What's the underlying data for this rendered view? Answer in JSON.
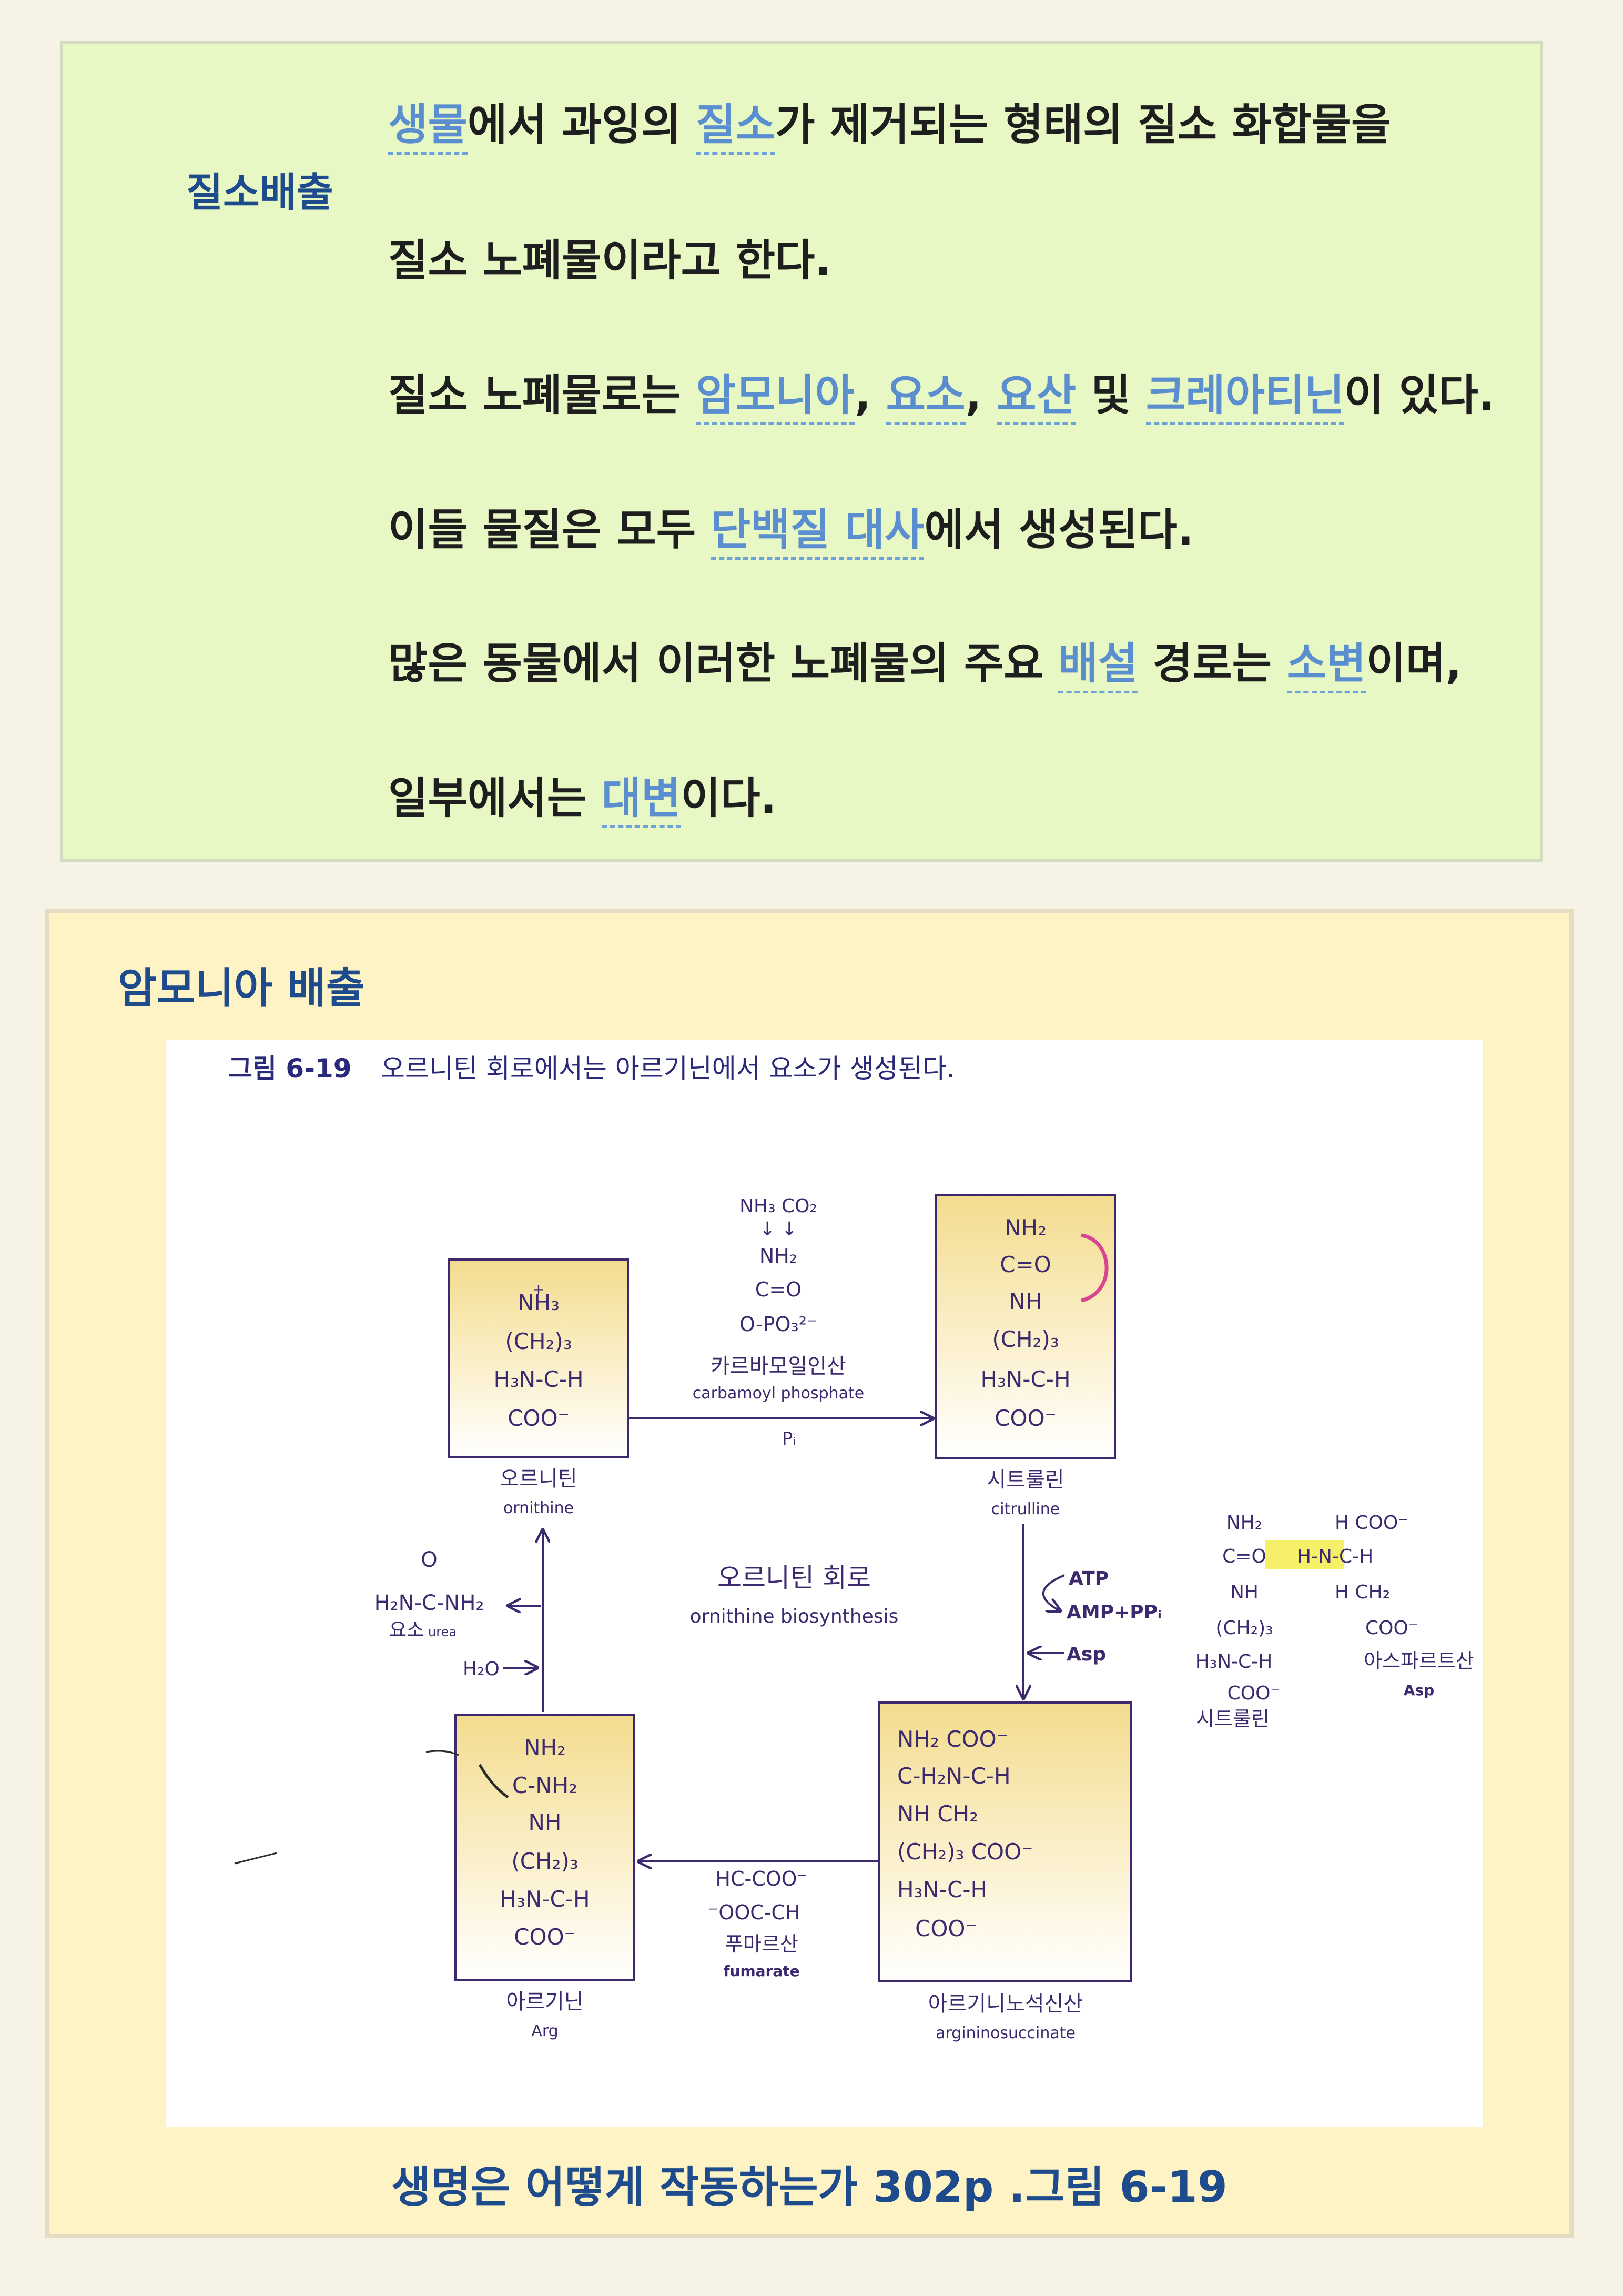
{
  "nitrogen_card": {
    "title": "질소배출",
    "line1": {
      "k1": "생물",
      "t1": "에서 과잉의 ",
      "k2": "질소",
      "t2": "가 제거되는 형태의 질소 화합물을"
    },
    "line2": {
      "t1": "질소 노폐물이라고 한다."
    },
    "line3": {
      "t1": "질소 노폐물로는 ",
      "k1": "암모니아",
      "t2": ", ",
      "k2": "요소",
      "t3": ", ",
      "k3": "요산",
      "t4": " 및 ",
      "k4": "크레아티닌",
      "t5": "이 있다."
    },
    "line4": {
      "t1": "이들 물질은 모두 ",
      "k1": "단백질 대사",
      "t2": "에서 생성된다."
    },
    "line5": {
      "t1": "많은 동물에서 이러한 노폐물의 주요 ",
      "k1": "배설",
      "t2": " 경로는 ",
      "k2": "소변",
      "t3": "이며,"
    },
    "line6": {
      "t1": "일부에서는 ",
      "k1": "대변",
      "t2": "이다."
    }
  },
  "ammonia_card": {
    "title": "암모니아 배출",
    "caption": "생명은 어떻게 작동하는가  302p .그림 6-19"
  },
  "figure": {
    "heading_num": "그림 6-19",
    "heading_text": "오르니틴 회로에서는 아르기닌에서 요소가 생성된다.",
    "center_ko": "오르니틴 회로",
    "center_en": "ornithine biosynthesis",
    "ornithine": {
      "ko": "오르니틴",
      "en": "ornithine",
      "l1": "+",
      "l2": "NH₃",
      "l3": "(CH₂)₃",
      "l4": "H₃N-C-H",
      "l5": "COO⁻"
    },
    "citrulline": {
      "ko": "시트룰린",
      "en": "citrulline",
      "l1": "NH₂",
      "l2": "C=O",
      "l3": "NH",
      "l4": "(CH₂)₃",
      "l5": "H₃N-C-H",
      "l6": "COO⁻"
    },
    "arginine": {
      "ko": "아르기닌",
      "en": "Arg",
      "l1": "NH₂",
      "l2": "C-NH₂",
      "l3": "NH",
      "l4": "(CH₂)₃",
      "l5": "H₃N-C-H",
      "l6": "COO⁻"
    },
    "argininosuccinate": {
      "ko": "아르기니노석신산",
      "en": "argininosuccinate",
      "l1": "NH₂      COO⁻",
      "l2": "C-H₂N-C-H",
      "l3": "NH       CH₂",
      "l4": "(CH₂)₃   COO⁻",
      "l5": "H₃N-C-H",
      "l6": "COO⁻"
    },
    "carbamoyl": {
      "l1": "NH₃ CO₂",
      "l2": "↓  ↓",
      "l3": "NH₂",
      "l4": "C=O",
      "l5": "O-PO₃²⁻",
      "ko": "카르바모일인산",
      "en": "carbamoyl phosphate",
      "pi": "Pᵢ"
    },
    "urea": {
      "l1": "O",
      "l2": "H₂N-C-NH₂",
      "ko": "요소",
      "en": "urea",
      "water": "H₂O"
    },
    "fumarate": {
      "l1": "HC-COO⁻",
      "l2": "⁻OOC-CH",
      "ko": "푸마르산",
      "en": "fumarate"
    },
    "right_arrow": {
      "atp": "ATP",
      "amp": "AMP+PPᵢ",
      "asp": "Asp"
    },
    "side": {
      "cit_l1": "NH₂",
      "cit_l2": "C=O",
      "cit_l3": "NH",
      "cit_l4": "(CH₂)₃",
      "cit_l5": "H₃N-C-H",
      "cit_l6": "COO⁻",
      "cit_ko": "시트룰린",
      "asp_l1": "H  COO⁻",
      "asp_l2": "H-N-C-H",
      "asp_l3": "H  CH₂",
      "asp_l4": "COO⁻",
      "asp_ko": "아스파르트산",
      "asp_en": "Asp"
    }
  },
  "colors": {
    "green_card": "#e8f8c4",
    "yellow_card": "#fdf3c4",
    "title_blue": "#1e4b8c",
    "keyword_blue": "#5b8ecf",
    "figure_purple": "#3d2a6e",
    "box_gold": "#f3dc8e",
    "highlight": "#f6ef6a",
    "bracket_pink": "#d9468f"
  }
}
